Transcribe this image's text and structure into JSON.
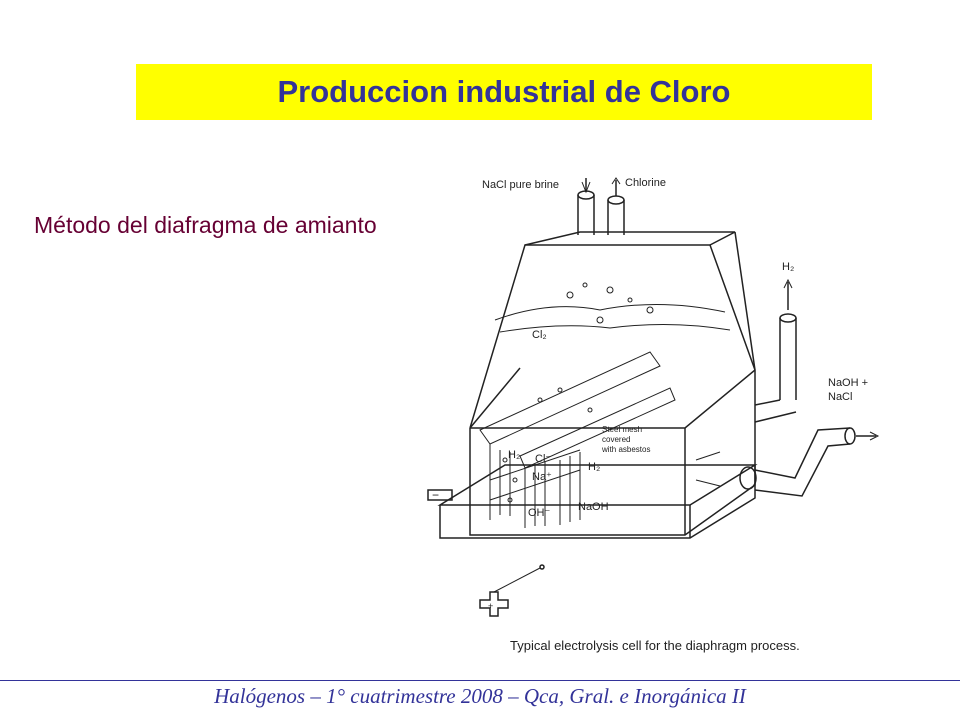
{
  "slide": {
    "title": "Produccion industrial de Cloro",
    "subtitle": "Método del diafragma de amianto",
    "footer": "Halógenos – 1° cuatrimestre 2008 – Qca, Gral. e Inorgánica II"
  },
  "diagram": {
    "labels": {
      "nacl_brine": "NaCl pure brine",
      "chlorine": "Chlorine",
      "h2_top": "H₂",
      "cl2": "Cl₂",
      "naoh_nacl_1": "NaOH +",
      "naoh_nacl_2": "NaCl",
      "steel_1": "Steel mesh",
      "steel_2": "covered",
      "steel_3": "with asbestos",
      "h2_mid": "H₂",
      "h2_cell": "H₂",
      "cl_minus": "Cl⁻",
      "na_plus": "Na⁺",
      "oh_minus": "OH⁻",
      "naoh": "NaOH",
      "minus_sign": "−",
      "plus_sign": "+",
      "caption": "Typical electrolysis cell for the diaphragm process."
    }
  },
  "colors": {
    "title_bg": "#ffff00",
    "title_text": "#333399",
    "subtitle_text": "#660033",
    "footer_text": "#333399"
  }
}
